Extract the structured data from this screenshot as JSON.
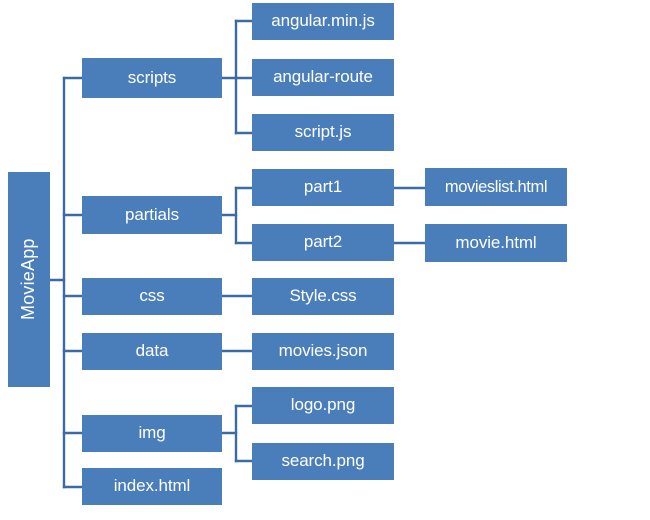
{
  "diagram": {
    "title": "MovieApp folder structure tree",
    "colors": {
      "node_fill": "#4a7ebb",
      "node_text": "#ffffff",
      "connector": "#3a6ba5",
      "background": "#ffffff"
    },
    "root": {
      "label": "MovieApp",
      "orientation": "vertical"
    },
    "level1": [
      {
        "id": "scripts",
        "label": "scripts"
      },
      {
        "id": "partials",
        "label": "partials"
      },
      {
        "id": "css",
        "label": "css"
      },
      {
        "id": "data",
        "label": "data"
      },
      {
        "id": "img",
        "label": "img"
      },
      {
        "id": "index",
        "label": "index.html"
      }
    ],
    "level2": [
      {
        "id": "angular-min",
        "parent": "scripts",
        "label": "angular.min.js"
      },
      {
        "id": "angular-route",
        "parent": "scripts",
        "label": "angular-route"
      },
      {
        "id": "script-js",
        "parent": "scripts",
        "label": "script.js"
      },
      {
        "id": "part1",
        "parent": "partials",
        "label": "part1"
      },
      {
        "id": "part2",
        "parent": "partials",
        "label": "part2"
      },
      {
        "id": "style-css",
        "parent": "css",
        "label": "Style.css"
      },
      {
        "id": "movies-json",
        "parent": "data",
        "label": "movies.json"
      },
      {
        "id": "logo-png",
        "parent": "img",
        "label": "logo.png"
      },
      {
        "id": "search-png",
        "parent": "img",
        "label": "search.png"
      }
    ],
    "level3": [
      {
        "id": "movieslist-html",
        "parent": "part1",
        "label": "movieslist.html"
      },
      {
        "id": "movie-html",
        "parent": "part2",
        "label": "movie.html"
      }
    ]
  }
}
